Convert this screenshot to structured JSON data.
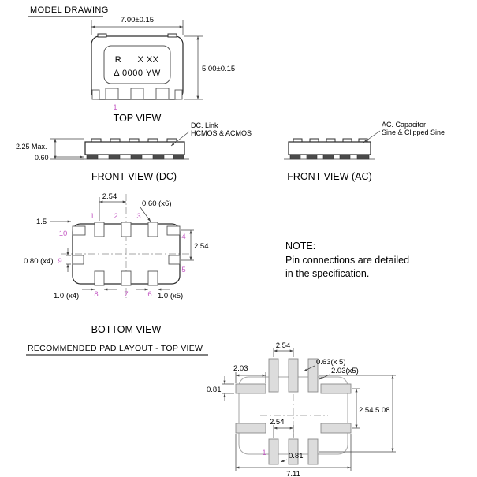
{
  "header": {
    "title": "MODEL DRAWING"
  },
  "top_view": {
    "label": "TOP VIEW",
    "mark_prefix": "R",
    "mark_code": "X XX",
    "mark_line2": "Δ 0000 YW",
    "dim_width": "7.00±0.15",
    "dim_height": "5.00±0.15",
    "pin1": "1"
  },
  "front_dc": {
    "label": "FRONT VIEW (DC)",
    "callout1": "DC. Link",
    "callout2": "HCMOS & ACMOS",
    "dim_height": "2.25 Max.",
    "dim_pad": "0.60"
  },
  "front_ac": {
    "label": "FRONT VIEW (AC)",
    "callout1": "AC. Capacitor",
    "callout2": "Sine & Clipped Sine"
  },
  "bottom_view": {
    "label": "BOTTOM VIEW",
    "dim_pitch": "2.54",
    "dim_pad_w": "0.60 (x6)",
    "dim_corner": "1.5",
    "dim_side_pitch": "2.54",
    "dim_side_pad": "0.80 (x4)",
    "dim_bl": "1.0 (x4)",
    "dim_br": "1.0 (x5)",
    "pins": [
      "1",
      "2",
      "3",
      "4",
      "5",
      "6",
      "7",
      "8",
      "9",
      "10"
    ]
  },
  "note": {
    "line1": "NOTE:",
    "line2": "Pin connections are detailed",
    "line3": "in the specification."
  },
  "pad_layout": {
    "heading": "RECOMMENDED PAD LAYOUT -  TOP VIEW",
    "dim_top_pitch": "2.54",
    "dim_pad_w": "0.63(x 5)",
    "dim_len_right": "2.03(x5)",
    "dim_len_left": "2.03",
    "dim_corner_w": "0.81",
    "dim_side_pitch": "2.54",
    "dim_total_h": "5.08",
    "dim_mid": "2.54",
    "dim_gap": "0.81",
    "dim_total_w": "7.11",
    "pin1": "1"
  },
  "colors": {
    "pin_accent": "#c45ac4",
    "line": "#2d2d2d"
  }
}
